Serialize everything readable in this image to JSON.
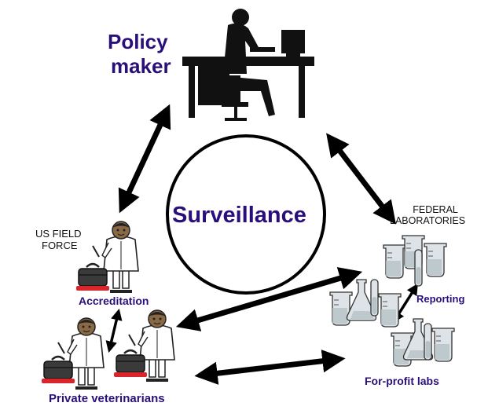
{
  "diagram": {
    "center_label": "Surveillance",
    "nodes": {
      "policy_maker": {
        "line1": "Policy",
        "line2": "maker"
      },
      "federal_labs": {
        "line1": "FEDERAL",
        "line2": "LABORATORIES"
      },
      "us_field_force": {
        "line1": "US FIELD",
        "line2": "FORCE"
      },
      "accreditation": "Accreditation",
      "private_vets": "Private veterinarians",
      "reporting": "Reporting",
      "for_profit_labs": "For-profit labs"
    },
    "colors": {
      "label_purple": "#2a0f7a",
      "arrow": "#000000",
      "badge_red": "#d9262c"
    },
    "icons": [
      "person-at-desk-icon",
      "veterinarian-icon",
      "medical-bag-icon",
      "lab-glassware-icon",
      "double-arrow-icon"
    ]
  }
}
